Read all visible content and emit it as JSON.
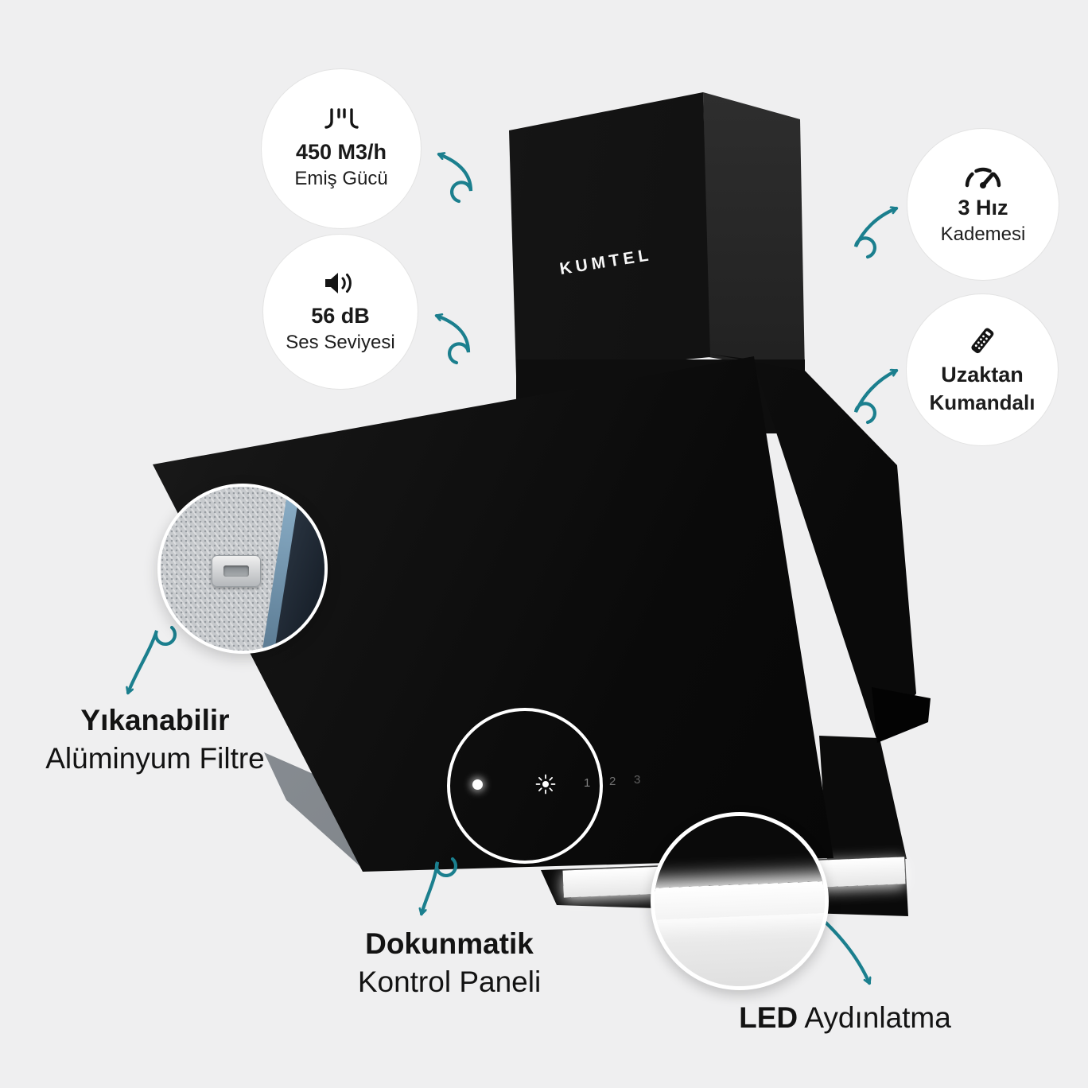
{
  "page": {
    "background": "#efeff0",
    "accent": "#1b7f8e"
  },
  "brand": {
    "logo": "KUMTEL"
  },
  "callouts": [
    {
      "icon": "airflow-icon",
      "title": "450 M3/h",
      "subtitle": "Emiş Gücü"
    },
    {
      "icon": "speaker-icon",
      "title": "56 dB",
      "subtitle": "Ses Seviyesi"
    },
    {
      "icon": "speedometer-icon",
      "title": "3 Hız",
      "subtitle": "Kademesi"
    },
    {
      "icon": "remote-icon",
      "title": "Uzaktan",
      "subtitle": "Kumandalı"
    }
  ],
  "feature_labels": {
    "filter": {
      "line1": "Yıkanabilir",
      "line2": "Alüminyum Filtre"
    },
    "touch": {
      "line1": "Dokunmatik",
      "line2": "Kontrol Paneli"
    },
    "led": {
      "bold": "LED",
      "rest": "Aydınlatma"
    }
  },
  "control_panel": {
    "speeds": [
      "1",
      "2",
      "3"
    ]
  }
}
